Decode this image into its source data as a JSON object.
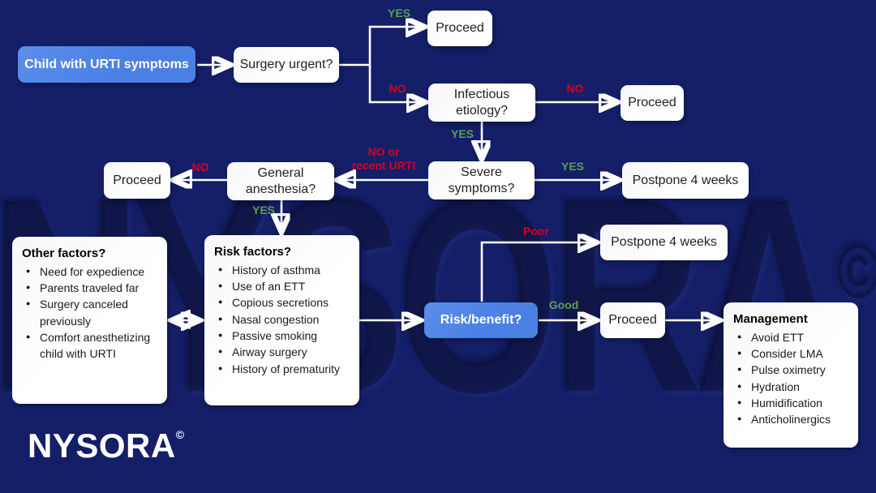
{
  "colors": {
    "background": "#141f68",
    "node_fill": "#ffffff",
    "accent_blue": "#4a80e4",
    "yes_green": "#5f9e4f",
    "no_red": "#d40020",
    "arrow_white": "#ffffff"
  },
  "watermark": {
    "text": "NYSORA",
    "sup": "©"
  },
  "logo": {
    "text": "NYSORA",
    "sup": "©"
  },
  "nodes": {
    "start": "Child with URTI symptoms",
    "surgery_urgent": "Surgery urgent?",
    "proceed_urgent": "Proceed",
    "infectious_etiology": "Infectious etiology?",
    "proceed_infectious": "Proceed",
    "severe_symptoms": "Severe symptoms?",
    "postpone_severe": "Postpone 4 weeks",
    "general_anesthesia": "General anesthesia?",
    "proceed_general": "Proceed",
    "risk_benefit": "Risk/benefit?",
    "postpone_poor": "Postpone 4 weeks",
    "proceed_good": "Proceed"
  },
  "labels": {
    "surgery_yes": "YES",
    "surgery_no": "NO",
    "infectious_no": "NO",
    "infectious_yes": "YES",
    "severe_yes": "YES",
    "severe_no_line1": "NO or",
    "severe_no_line2": "recent URTI",
    "general_no": "NO",
    "general_yes": "YES",
    "risk_poor": "Poor",
    "risk_good": "Good"
  },
  "lists": {
    "other_factors": {
      "title": "Other factors?",
      "items": [
        "Need for expedience",
        "Parents traveled far",
        "Surgery canceled previously",
        "Comfort anesthetizing child with URTI"
      ]
    },
    "risk_factors": {
      "title": "Risk factors?",
      "items": [
        "History of asthma",
        "Use of an ETT",
        "Copious secretions",
        "Nasal congestion",
        "Passive smoking",
        "Airway surgery",
        "History of prematurity"
      ]
    },
    "management": {
      "title": "Management",
      "items": [
        "Avoid ETT",
        "Consider LMA",
        "Pulse oximetry",
        "Hydration",
        "Humidification",
        "Anticholinergics"
      ]
    }
  }
}
